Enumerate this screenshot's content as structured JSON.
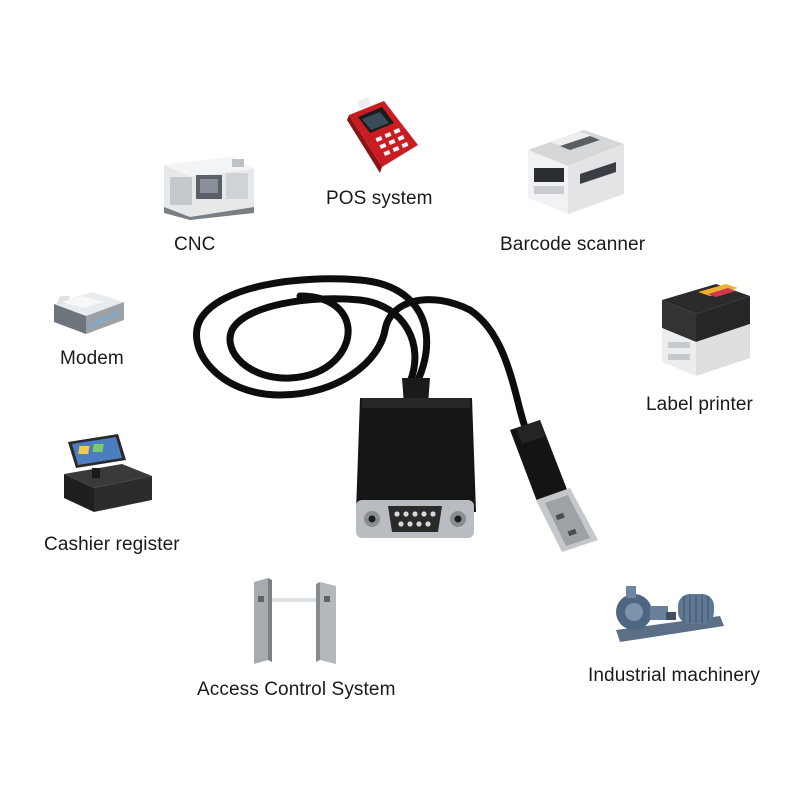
{
  "applications": {
    "pos": {
      "label": "POS system",
      "icon": "pos-terminal-icon"
    },
    "cnc": {
      "label": "CNC",
      "icon": "cnc-machine-icon"
    },
    "barcode": {
      "label": "Barcode scanner",
      "icon": "multifunction-printer-icon"
    },
    "modem": {
      "label": "Modem",
      "icon": "modem-icon"
    },
    "label_printer": {
      "label": "Label printer",
      "icon": "label-printer-icon"
    },
    "cashier": {
      "label": "Cashier register",
      "icon": "cash-register-icon"
    },
    "access": {
      "label": "Access Control System",
      "icon": "turnstile-gate-icon"
    },
    "industrial": {
      "label": "Industrial machinery",
      "icon": "pump-machine-icon"
    }
  },
  "product": {
    "icon": "usb-to-rs232-serial-cable-icon"
  },
  "colors": {
    "background": "#ffffff",
    "text": "#1a1a1a",
    "cable": "#0d0d0d",
    "pos_accent": "#d9262b"
  }
}
